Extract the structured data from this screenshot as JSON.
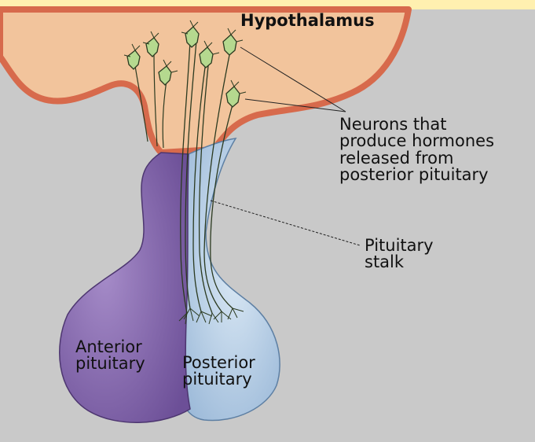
{
  "labels": {
    "hypothalamus": "Hypothalamus",
    "neurons": "Neurons that\nproduce hormones\nreleased from\nposterior pituitary",
    "pituitary_stalk": "Pituitary\nstalk",
    "anterior_pituitary": "Anterior\npituitary",
    "posterior_pituitary": "Posterior\npituitary"
  },
  "colors": {
    "top_band": "#fff0b0",
    "background": "#c9c9c9",
    "hypothalamus_fill": "#f2c49c",
    "hypothalamus_edge": "#d76a4c",
    "anterior_fill": "#8a6fb3",
    "posterior_fill": "#b9d2e8",
    "neuron_fill": "#b5d98f",
    "neuron_stroke": "#2b3a20"
  }
}
